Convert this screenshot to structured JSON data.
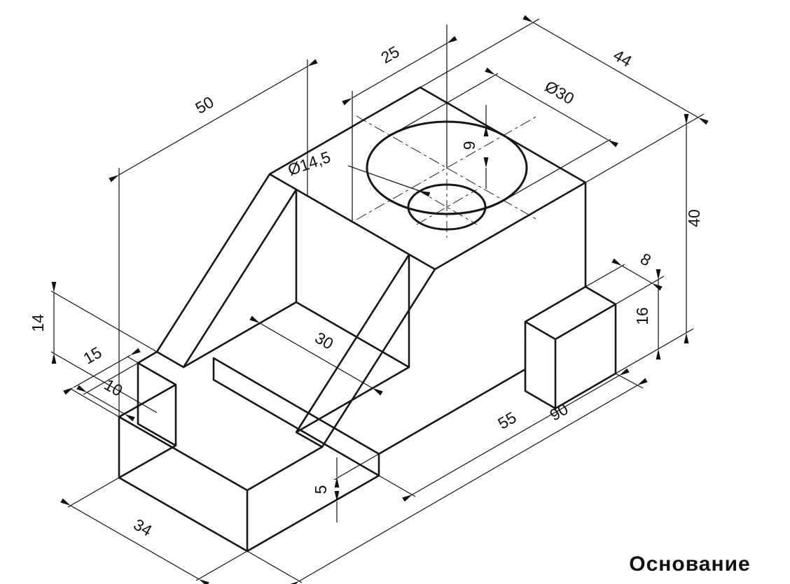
{
  "drawing": {
    "caption": "Основание",
    "dims": {
      "d50": "50",
      "d25": "25",
      "d44": "44",
      "dia30": "Ø30",
      "d9": "9",
      "dia145": "Ø14,5",
      "d14": "14",
      "d15": "15",
      "d10": "10",
      "d30": "30",
      "d5": "5",
      "d55": "55",
      "d90": "90",
      "d34": "34",
      "d8": "8",
      "d16": "16",
      "d40": "40"
    }
  }
}
